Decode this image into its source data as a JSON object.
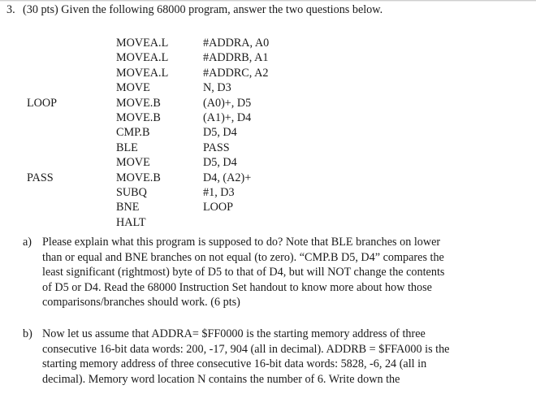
{
  "question": {
    "number": "3.",
    "stem": "(30 pts) Given the following 68000 program, answer the two questions below."
  },
  "program": {
    "lines": [
      {
        "label": "",
        "mnemonic": "MOVEA.L",
        "operand": "#ADDRA, A0"
      },
      {
        "label": "",
        "mnemonic": "MOVEA.L",
        "operand": "#ADDRB, A1"
      },
      {
        "label": "",
        "mnemonic": "MOVEA.L",
        "operand": "#ADDRC, A2"
      },
      {
        "label": "",
        "mnemonic": "MOVE",
        "operand": "N, D3"
      },
      {
        "label": "LOOP",
        "mnemonic": "MOVE.B",
        "operand": "(A0)+, D5"
      },
      {
        "label": "",
        "mnemonic": "MOVE.B",
        "operand": "(A1)+, D4"
      },
      {
        "label": "",
        "mnemonic": "CMP.B",
        "operand": "D5, D4"
      },
      {
        "label": "",
        "mnemonic": "BLE",
        "operand": "PASS"
      },
      {
        "label": "",
        "mnemonic": "MOVE",
        "operand": "D5, D4"
      },
      {
        "label": "PASS",
        "mnemonic": "MOVE.B",
        "operand": "D4, (A2)+"
      },
      {
        "label": "",
        "mnemonic": "SUBQ",
        "operand": "#1, D3"
      },
      {
        "label": "",
        "mnemonic": "BNE",
        "operand": "LOOP"
      },
      {
        "label": "",
        "mnemonic": "HALT",
        "operand": ""
      }
    ]
  },
  "parts": {
    "a": {
      "marker": "a)",
      "lines": [
        "Please explain what this program is supposed to do? Note that BLE branches on lower",
        "than or equal and BNE branches on not equal (to zero). “CMP.B D5, D4” compares the",
        "least significant (rightmost) byte of D5 to that of D4, but will NOT change the contents",
        "of D5 or D4. Read the 68000 Instruction Set handout to know more about how those",
        "comparisons/branches should work. (6 pts)"
      ]
    },
    "b": {
      "marker": "b)",
      "lines": [
        "Now let us assume that ADDRA= $FF0000 is the starting memory address of three",
        "consecutive 16-bit data words: 200, -17, 904 (all in decimal). ADDRB = $FFA000 is the",
        "starting memory address of three consecutive 16-bit data words: 5828, -6, 24 (all in",
        "decimal). Memory word location N contains the number of 6. Write down the"
      ]
    }
  }
}
